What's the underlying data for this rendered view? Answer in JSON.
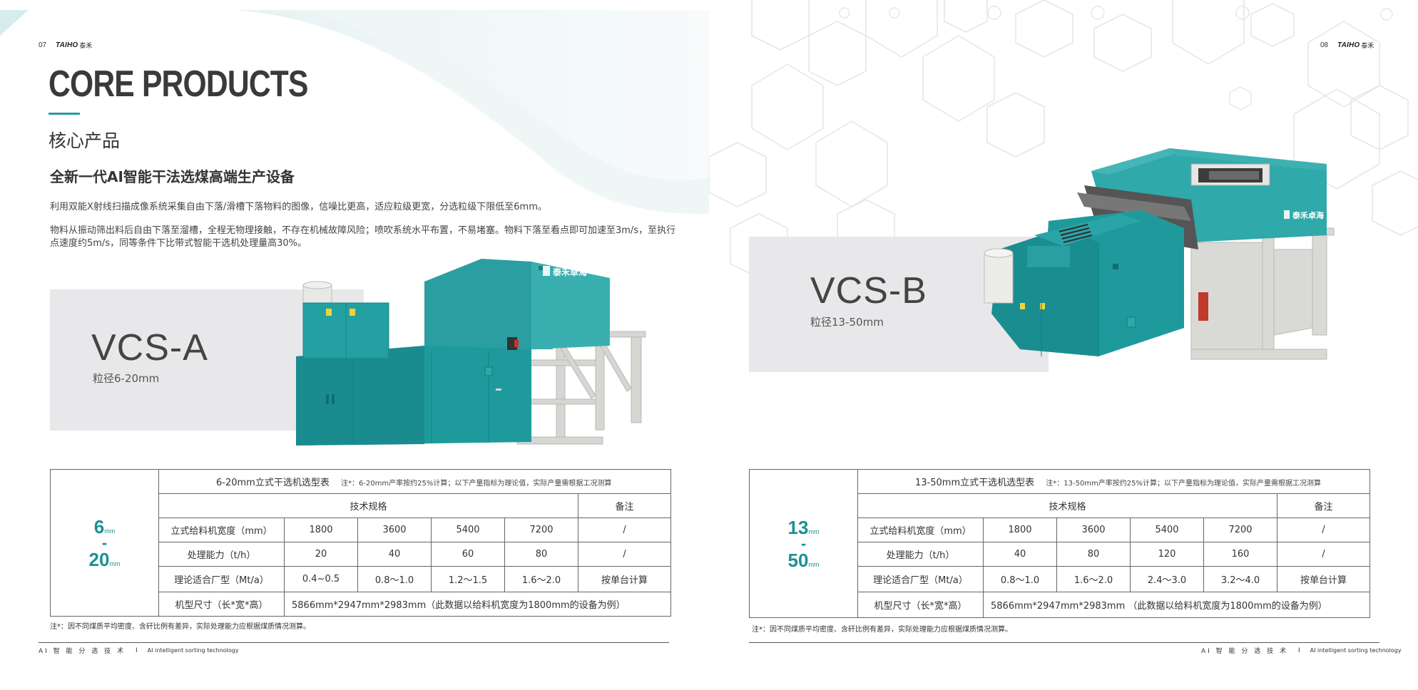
{
  "left_page": {
    "page_number": "07",
    "brand_logo": "TAIHO",
    "brand_cn": "泰禾",
    "section_title_en": "CORE PRODUCTS",
    "section_title_cn": "核心产品",
    "headline": "全新一代AI智能干法选煤高端生产设备",
    "paragraph_1": "利用双能X射线扫描成像系统采集自由下落/滑槽下落物料的图像，信噪比更高，适应粒级更宽，分选粒级下限低至6mm。",
    "paragraph_2": "物料从振动筛出料后自由下落至溜槽，全程无物理接触，不存在机械故障风险；喷吹系统水平布置，不易堵塞。物料下落至看点即可加速至3m/s，至执行点速度约5m/s，同等条件下比带式智能干选机处理量高30%。",
    "model": {
      "name": "VCS-A",
      "subtitle": "粒径6-20mm",
      "machine_brand": "泰禾卓海"
    },
    "table": {
      "range_top": "6",
      "range_bottom": "20",
      "range_unit": "mm",
      "range_dash": "-",
      "title": "6-20mm立式干选机选型表",
      "note": "注*：6-20mm产率按约25%计算；以下产量指标为理论值，实际产量需根据工况测算",
      "header_spec": "技术规格",
      "header_remark": "备注",
      "rows": [
        {
          "label": "立式给料机宽度（mm）",
          "values": [
            "1800",
            "3600",
            "5400",
            "7200"
          ],
          "remark": "/"
        },
        {
          "label": "处理能力（t/h）",
          "values": [
            "20",
            "40",
            "60",
            "80"
          ],
          "remark": "/"
        },
        {
          "label": "理论适合厂型（Mt/a）",
          "values": [
            "0.4~0.5",
            "0.8～1.0",
            "1.2～1.5",
            "1.6～2.0"
          ],
          "remark": "按单台计算"
        }
      ],
      "size_label": "机型尺寸（长*宽*高）",
      "size_value": "5866mm*2947mm*2983mm（此数据以给料机宽度为1800mm的设备为例）"
    },
    "footnote": "注*：因不同煤质平均密度、含矸比例有差异，实际处理能力应根据煤质情况测算。",
    "footer_cn": "AI 智 能 分 选 技 术",
    "footer_sep": "I",
    "footer_en": "AI intelligent sorting technology"
  },
  "right_page": {
    "page_number": "08",
    "brand_logo": "TAIHO",
    "brand_cn": "泰禾",
    "model": {
      "name": "VCS-B",
      "subtitle": "粒径13-50mm",
      "machine_brand": "泰禾卓海"
    },
    "table": {
      "range_top": "13",
      "range_bottom": "50",
      "range_unit": "mm",
      "range_dash": "-",
      "title": "13-50mm立式干选机选型表",
      "note": "注*：13-50mm产率按约25%计算；以下产量指标为理论值，实际产量需根据工况测算",
      "header_spec": "技术规格",
      "header_remark": "备注",
      "rows": [
        {
          "label": "立式给料机宽度（mm）",
          "values": [
            "1800",
            "3600",
            "5400",
            "7200"
          ],
          "remark": "/"
        },
        {
          "label": "处理能力（t/h）",
          "values": [
            "40",
            "80",
            "120",
            "160"
          ],
          "remark": "/"
        },
        {
          "label": "理论适合厂型（Mt/a）",
          "values": [
            "0.8～1.0",
            "1.6～2.0",
            "2.4～3.0",
            "3.2～4.0"
          ],
          "remark": "按单台计算"
        }
      ],
      "size_label": "机型尺寸（长*宽*高）",
      "size_value": "5866mm*2947mm*2983mm （此数据以给料机宽度为1800mm的设备为例）"
    },
    "footnote": "注*：因不同煤质平均密度、含矸比例有差异，实际处理能力应根据煤质情况测算。",
    "footer_cn": "AI 智 能 分 选 技 术",
    "footer_sep": "I",
    "footer_en": "AI intelligent sorting technology"
  },
  "colors": {
    "accent": "#2a9a9d",
    "machine_teal": "#1f9a9c",
    "frame": "#d9d9d6",
    "panel": "#e8e8ea"
  }
}
